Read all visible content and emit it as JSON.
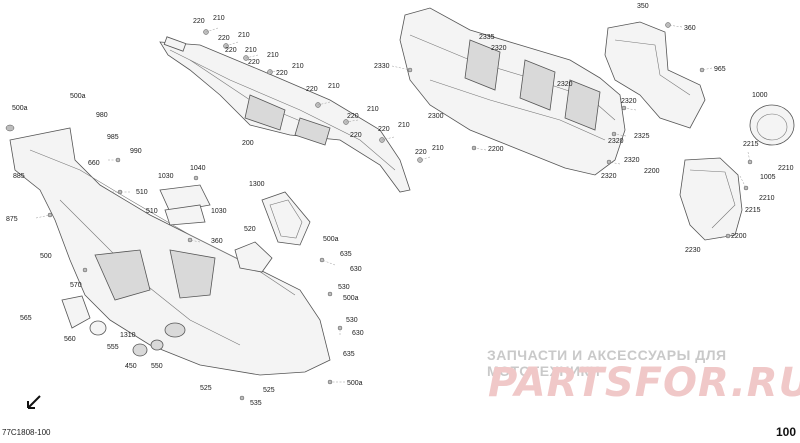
{
  "diagram": {
    "code": "77C1808-100",
    "page_number": "100",
    "watermark_top": "ЗАПЧАСТИ И АКСЕССУАРЫ ДЛЯ МОТОТЕХНИКИ",
    "watermark_logo": "PARTSFOR.RU"
  },
  "callouts": [
    {
      "id": "c1",
      "text": "220"
    },
    {
      "id": "c2",
      "text": "210"
    },
    {
      "id": "c3",
      "text": "220"
    },
    {
      "id": "c4",
      "text": "210"
    },
    {
      "id": "c5",
      "text": "220"
    },
    {
      "id": "c6",
      "text": "210"
    },
    {
      "id": "c7",
      "text": "220"
    },
    {
      "id": "c8",
      "text": "210"
    },
    {
      "id": "c9",
      "text": "220"
    },
    {
      "id": "c10",
      "text": "210"
    },
    {
      "id": "c11",
      "text": "220"
    },
    {
      "id": "c12",
      "text": "210"
    },
    {
      "id": "c13",
      "text": "220"
    },
    {
      "id": "c14",
      "text": "210"
    },
    {
      "id": "c15",
      "text": "220"
    },
    {
      "id": "c16",
      "text": "210"
    },
    {
      "id": "c17",
      "text": "200"
    },
    {
      "id": "c18",
      "text": "500a"
    },
    {
      "id": "c19",
      "text": "500a"
    },
    {
      "id": "c20",
      "text": "980"
    },
    {
      "id": "c21",
      "text": "985"
    },
    {
      "id": "c22",
      "text": "990"
    },
    {
      "id": "c23",
      "text": "660"
    },
    {
      "id": "c24",
      "text": "885"
    },
    {
      "id": "c25",
      "text": "875"
    },
    {
      "id": "c26",
      "text": "510"
    },
    {
      "id": "c27",
      "text": "1040"
    },
    {
      "id": "c28",
      "text": "1030"
    },
    {
      "id": "c29",
      "text": "1030"
    },
    {
      "id": "c30",
      "text": "510"
    },
    {
      "id": "c31",
      "text": "360"
    },
    {
      "id": "c32",
      "text": "1300"
    },
    {
      "id": "c33",
      "text": "500"
    },
    {
      "id": "c34",
      "text": "520"
    },
    {
      "id": "c35",
      "text": "500a"
    },
    {
      "id": "c36",
      "text": "635"
    },
    {
      "id": "c37",
      "text": "630"
    },
    {
      "id": "c38",
      "text": "570"
    },
    {
      "id": "c39",
      "text": "530"
    },
    {
      "id": "c40",
      "text": "500a"
    },
    {
      "id": "c41",
      "text": "565"
    },
    {
      "id": "c42",
      "text": "530"
    },
    {
      "id": "c43",
      "text": "630"
    },
    {
      "id": "c44",
      "text": "560"
    },
    {
      "id": "c45",
      "text": "1310"
    },
    {
      "id": "c46",
      "text": "555"
    },
    {
      "id": "c47",
      "text": "635"
    },
    {
      "id": "c48",
      "text": "450"
    },
    {
      "id": "c49",
      "text": "550"
    },
    {
      "id": "c50",
      "text": "525"
    },
    {
      "id": "c51",
      "text": "525"
    },
    {
      "id": "c52",
      "text": "535"
    },
    {
      "id": "c53",
      "text": "500a"
    },
    {
      "id": "c54",
      "text": "2335"
    },
    {
      "id": "c55",
      "text": "2320"
    },
    {
      "id": "c56",
      "text": "2330"
    },
    {
      "id": "c57",
      "text": "2320"
    },
    {
      "id": "c58",
      "text": "2300"
    },
    {
      "id": "c59",
      "text": "2320"
    },
    {
      "id": "c60",
      "text": "2325"
    },
    {
      "id": "c61",
      "text": "2200"
    },
    {
      "id": "c62",
      "text": "2320"
    },
    {
      "id": "c63",
      "text": "2320"
    },
    {
      "id": "c64",
      "text": "350"
    },
    {
      "id": "c65",
      "text": "360"
    },
    {
      "id": "c66",
      "text": "965"
    },
    {
      "id": "c67",
      "text": "1000"
    },
    {
      "id": "c68",
      "text": "2215"
    },
    {
      "id": "c69",
      "text": "2210"
    },
    {
      "id": "c70",
      "text": "2200"
    },
    {
      "id": "c71",
      "text": "1005"
    },
    {
      "id": "c72",
      "text": "2210"
    },
    {
      "id": "c73",
      "text": "2215"
    },
    {
      "id": "c74",
      "text": "2200"
    },
    {
      "id": "c75",
      "text": "2230"
    }
  ]
}
